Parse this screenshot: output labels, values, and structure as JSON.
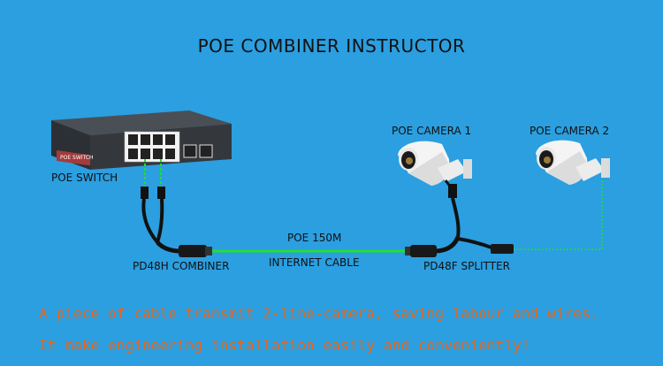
{
  "title": "POE COMBINER INSTRUCTOR",
  "labels": {
    "poe_switch": "POE SWITCH",
    "camera_1": "POE CAMERA 1",
    "camera_2": "POE CAMERA 2",
    "poe_distance": "POE 150M",
    "internet_cable": "INTERNET CABLE",
    "combiner": "PD48H COMBINER",
    "splitter": "PD48F SPLITTER",
    "switch_face_label": "POE SWITCH"
  },
  "slogans": [
    "A piece of cable transmit 2-line-camera, saving labour and wires.",
    "It make engineering installation easily and conveniently!"
  ],
  "colors": {
    "background": "#2b9fe0",
    "cable_green": "#22e02a",
    "slogan": "#e8641a",
    "switch_label_bg": "#a23b3b"
  }
}
